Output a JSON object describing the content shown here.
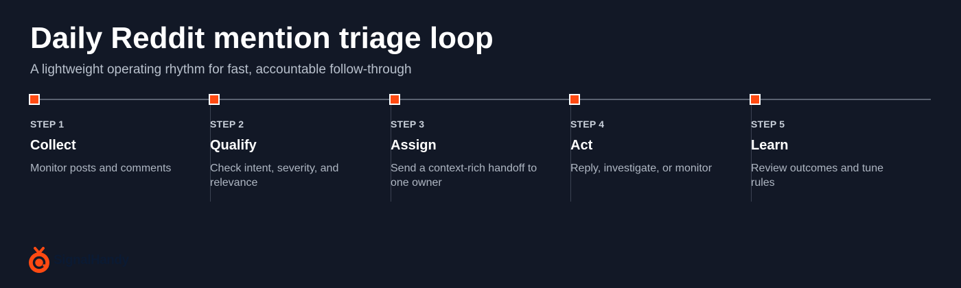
{
  "header": {
    "title": "Daily Reddit mention triage loop",
    "subtitle": "A lightweight operating rhythm for fast, accountable follow-through"
  },
  "steps": [
    {
      "number": "STEP 1",
      "name": "Collect",
      "description": "Monitor posts and comments"
    },
    {
      "number": "STEP 2",
      "name": "Qualify",
      "description": "Check intent, severity, and relevance"
    },
    {
      "number": "STEP 3",
      "name": "Assign",
      "description": "Send a context-rich handoff to one owner"
    },
    {
      "number": "STEP 4",
      "name": "Act",
      "description": "Reply, investigate, or monitor"
    },
    {
      "number": "STEP 5",
      "name": "Learn",
      "description": "Review outcomes and tune rules"
    }
  ],
  "brand": {
    "name": "SignalHandy",
    "logo_icon": "signalhandy-logo-icon"
  },
  "colors": {
    "background": "#121826",
    "accent": "#ff4a12",
    "timeline": "#5a6170"
  }
}
